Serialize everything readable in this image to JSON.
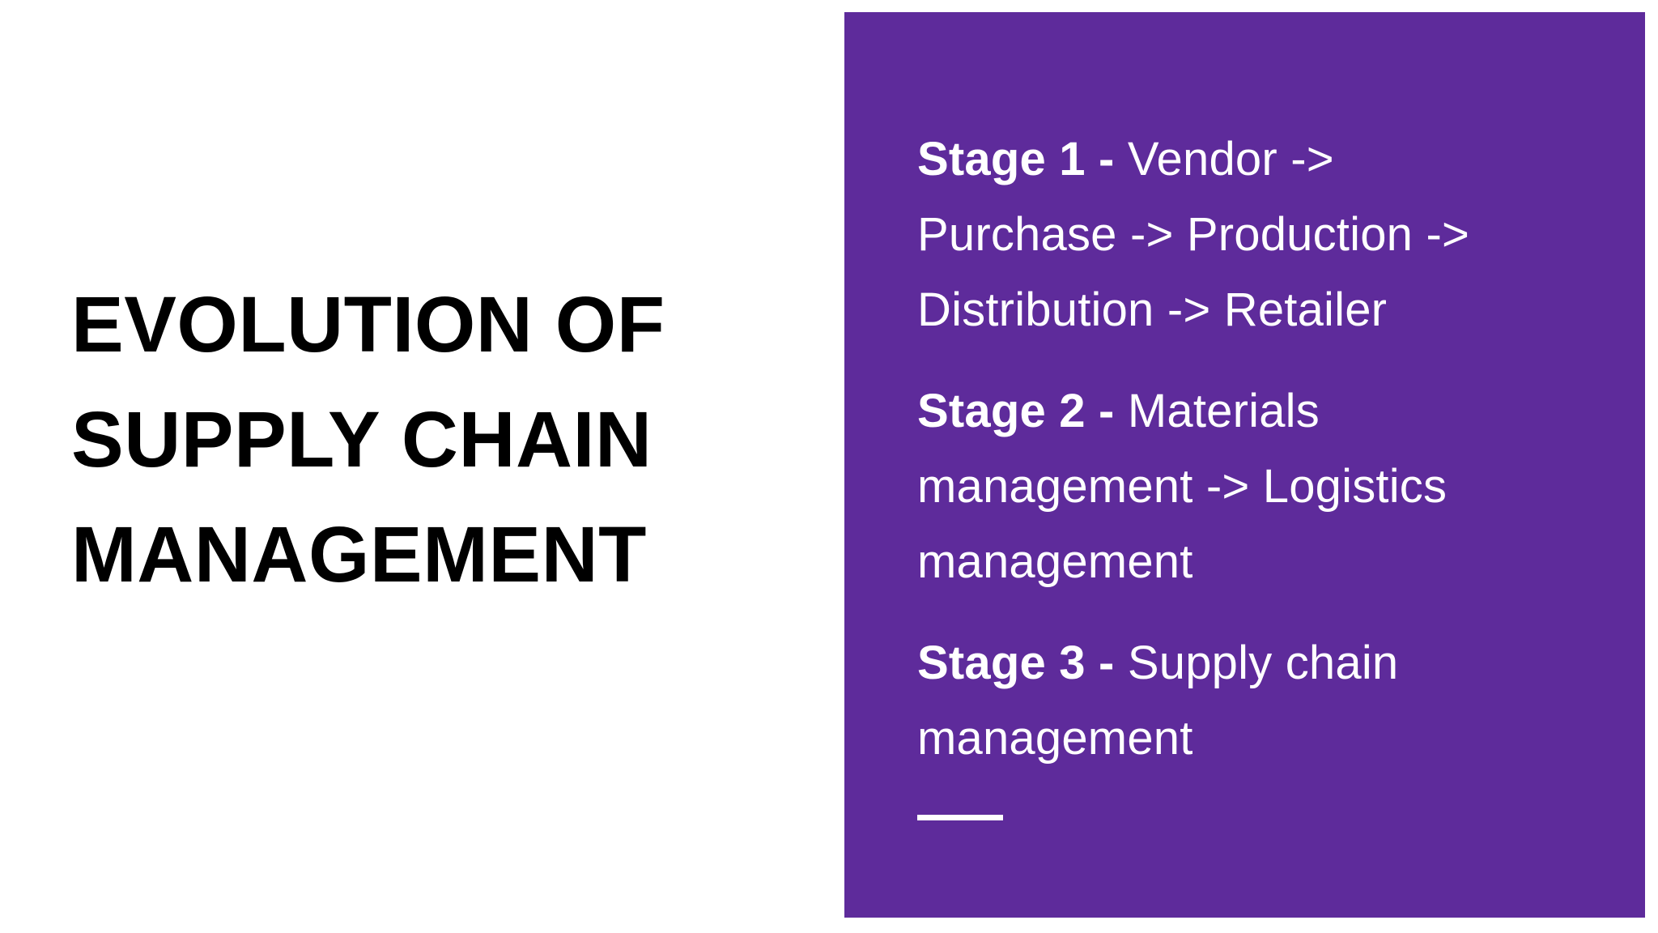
{
  "slide": {
    "background_color": "#ffffff",
    "title": "Evolution of supply chain management"
  },
  "panel": {
    "background_color": "#5E2B9B",
    "text_color": "#ffffff",
    "stages": [
      {
        "label": "Stage 1 -",
        "text": " Vendor -> Purchase -> Production -> Distribution -> Retailer"
      },
      {
        "label": "Stage 2 -",
        "text": " Materials management -> Logistics management"
      },
      {
        "label": "Stage 3 -",
        "text": " Supply chain management"
      }
    ]
  }
}
